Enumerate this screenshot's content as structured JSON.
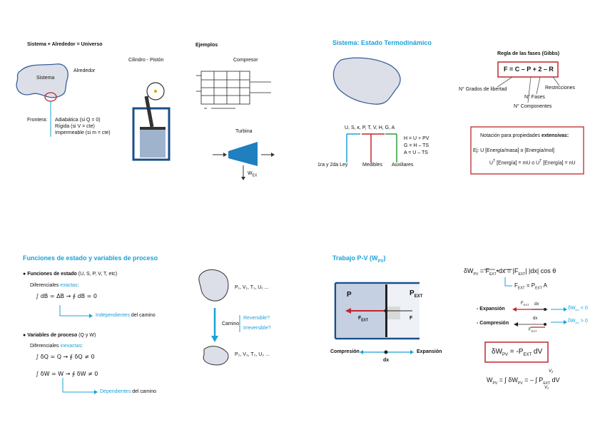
{
  "colors": {
    "blue": "#1ba1d8",
    "red": "#c0262d",
    "green": "#2e9b3a",
    "shape_fill": "#dcdfe8",
    "shape_stroke": "#3a5f9c"
  },
  "panel1": {
    "title": "Sistema + Alrededor = Universo",
    "sistema": "Sistema",
    "alrededor": "Alrededor",
    "frontera": "Frontera:",
    "f1": "Adiabática (si Q = 0)",
    "f2": "Rígida (si V = cte)",
    "f3": "Impermeable (si m = cte)",
    "cilindro": "Cilindro - Pistón",
    "ejemplos": "Ejemplos",
    "compresor": "Compresor",
    "turbina": "Turbina",
    "wex_main": "W",
    "wex_sub": "EX"
  },
  "panel2": {
    "title": "Sistema: Estado Termodinámico",
    "vars": "U, S, κ, P, T, V, H, G, A",
    "eq1": "H = U + PV",
    "eq2": "G = H – TS",
    "eq3": "A = U – TS",
    "lab1": "1ra y 2da Ley",
    "lab2": "Medibles",
    "lab3": "Auxiliares",
    "gibbs_title": "Regla de las fases (Gibbs)",
    "gibbs_eq": "F = C – P + 2 – R",
    "grados": "N° Grados de libertad",
    "restricciones": "Restricciones",
    "fases": "N° Fases",
    "componentes": "N° Componentes",
    "notacion_pre": "Notación para propiedades ",
    "notacion_bold": "extensivas:",
    "ej1": "Ej:  U [Energía/masa]  o [Energía/mol]",
    "ej2": "U",
    "ej2_sup": "T",
    "ej2_rest": " [Energía] = mU  o U",
    "ej2_sup2": "T",
    "ej2_end": " [Energía] = nU"
  },
  "panel3": {
    "title": "Funciones de estado y variables de proceso",
    "fe_bold": "Funciones de estado",
    "fe_rest": " (U, S, P, V, T, etc)",
    "dif_ex_pre": "Diferenciales ",
    "dif_ex_blue": "exactas",
    "eq_ex": "∫ dB = ΔB   →  ∮ dB = 0",
    "indep_blue": "Independientes",
    "indep_rest": " del camino",
    "vp_bold": "Variables de proceso",
    "vp_rest": " (Q y W)",
    "dif_in_pre": "Diferenciales ",
    "dif_in_blue": "inexactas",
    "eq_q": "∫ δQ = Q   →  ∮ δQ ≠ 0",
    "eq_w": "∫ δW = W   →  ∮ δW ≠ 0",
    "dep_blue": "Dependientes",
    "dep_rest": " del camino",
    "state1": "P₁, V₁, T₁, U₁ ...",
    "state2": "P₂, V₂, T₂, U₂ ...",
    "camino": "Camino",
    "reversible": "Reversible?",
    "irreversible": "Irreversible?"
  },
  "panel4": {
    "title": "Trabajo P-V (W",
    "title_sub": "PV",
    "title_end": ")",
    "p": "P",
    "pext": "P",
    "pext_sub": "EXT",
    "fext": "F",
    "fext_sub": "EXT",
    "f": "F",
    "compresion_axis": "Compresión",
    "expansion_axis": "Expansión",
    "dx": "dx",
    "dot_eq": "δW",
    "dot_eq_sub": "PV",
    "dot_eq_rest": " = F",
    "dot_eq_sub2": "EXT",
    "dot_eq_end": "•dx = |F",
    "dot_eq_sub3": "EXT",
    "dot_eq_fin": "| |dx| cos θ",
    "fext_eq": "F",
    "fext_eq_sub": "EXT",
    "fext_eq_mid": " = P",
    "fext_eq_sub2": "EXT",
    "fext_eq_end": " A",
    "exp_label": "- Expansión",
    "comp_label": "- Compresión",
    "exp_res": "δW",
    "exp_res_sub": "PV",
    "exp_res_end": " < 0",
    "comp_res": "δW",
    "comp_res_sub": "PV",
    "comp_res_end": " > 0",
    "fext_small": "F",
    "fext_small_sub": "EXT",
    "dx_small": "dx",
    "boxed": "δW",
    "boxed_sub": "PV",
    "boxed_end": " = -P",
    "boxed_sub2": "EXT",
    "boxed_fin": " dV",
    "int_w": "W",
    "int_w_sub": "PV",
    "int_mid": " = ∫ δW",
    "int_mid_sub": "PV",
    "int_end": " = – ∫ P",
    "int_end_sub": "EXT",
    "int_fin": " dV",
    "v2": "V₂",
    "v1": "V₁"
  }
}
